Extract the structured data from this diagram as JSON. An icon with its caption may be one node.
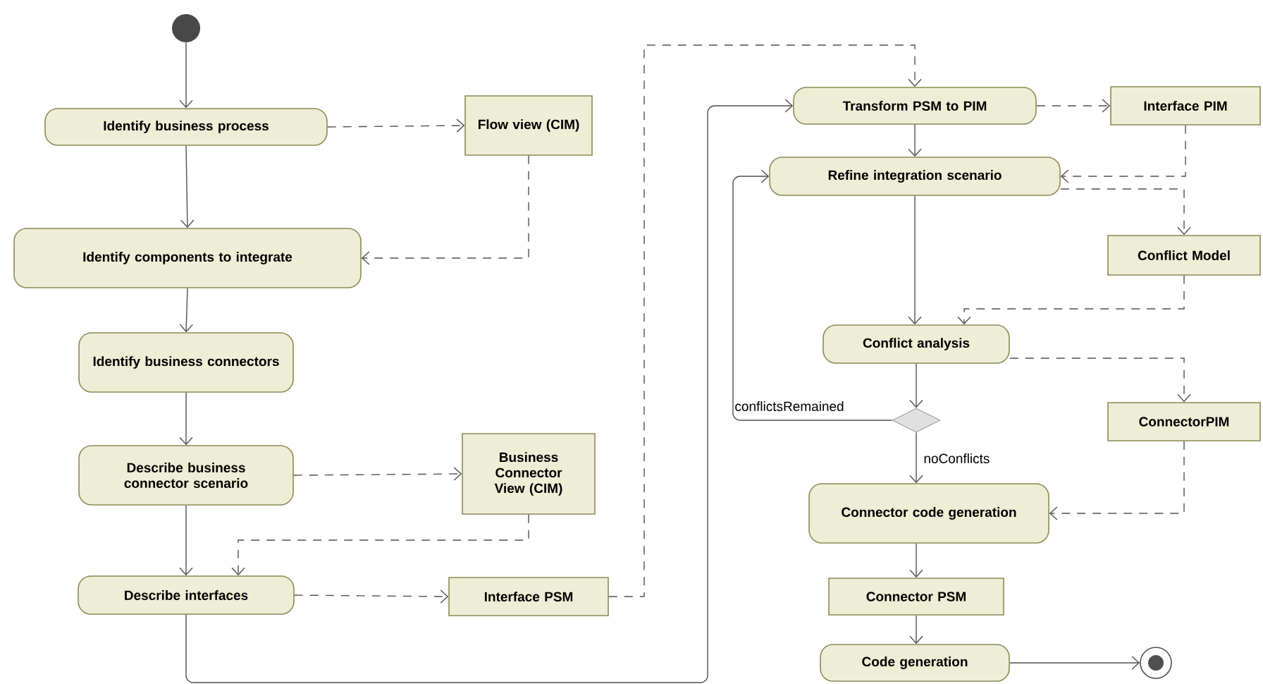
{
  "diagram": {
    "nodes": [
      {
        "text": [],
        "shape": "circle"
      },
      {
        "text": [
          "Identify business process"
        ]
      },
      {
        "text": [
          "Flow view (CIM)"
        ]
      },
      {
        "text": [
          "Identify components to integrate"
        ]
      },
      {
        "text": [
          "Identify business connectors"
        ]
      },
      {
        "text": [
          "Describe business connector scenario"
        ]
      },
      {
        "text": [
          "Business Connector View (CIM)"
        ]
      },
      {
        "text": [
          "Describe interfaces"
        ]
      },
      {
        "text": [
          "Interface PSM"
        ]
      },
      {
        "text": [
          "Transform PSM to PIM"
        ]
      },
      {
        "text": [
          "Interface PIM"
        ]
      },
      {
        "text": [
          "Refine integration scenario"
        ]
      },
      {
        "text": [
          "Conflict Model"
        ]
      },
      {
        "text": [
          "Conflict analysis"
        ]
      },
      {
        "text": [],
        "shape": "diamond"
      },
      {
        "text": [
          "ConnectorPIM"
        ]
      },
      {
        "text": [
          "Connector code generation"
        ]
      },
      {
        "text": [
          "Connector PSM"
        ]
      },
      {
        "text": [
          "Code generation"
        ]
      },
      {
        "text": [],
        "shape": "circle"
      }
    ],
    "edges": [
      {
        "from": 0,
        "to": 1,
        "arrow": "to"
      },
      {
        "from": 1,
        "to": 2,
        "arrow": "to",
        "style": "dashed"
      },
      {
        "from": 1,
        "to": 3,
        "arrow": "to"
      },
      {
        "from": 2,
        "to": 3,
        "arrow": "to",
        "style": "dashed"
      },
      {
        "from": 3,
        "to": 4,
        "arrow": "to"
      },
      {
        "from": 4,
        "to": 5,
        "arrow": "to"
      },
      {
        "from": 5,
        "to": 6,
        "arrow": "to",
        "style": "dashed"
      },
      {
        "from": 6,
        "to": 7,
        "arrow": "to",
        "style": "dashed"
      },
      {
        "from": 5,
        "to": 7,
        "arrow": "to"
      },
      {
        "from": 7,
        "to": 8,
        "arrow": "to",
        "style": "dashed"
      },
      {
        "from": 8,
        "to": 9,
        "arrow": "to",
        "style": "dashed"
      },
      {
        "from": 7,
        "to": 9,
        "arrow": "to"
      },
      {
        "from": 9,
        "to": 10,
        "arrow": "to",
        "style": "dashed"
      },
      {
        "from": 9,
        "to": 11,
        "arrow": "to"
      },
      {
        "from": 10,
        "to": 11,
        "arrow": "to",
        "style": "dashed"
      },
      {
        "from": 11,
        "to": 12,
        "arrow": "to",
        "style": "dashed"
      },
      {
        "from": 11,
        "to": 13,
        "arrow": "to"
      },
      {
        "from": 12,
        "to": 13,
        "arrow": "to",
        "style": "dashed"
      },
      {
        "from": 13,
        "to": 14,
        "arrow": "to"
      },
      {
        "from": 13,
        "to": 15,
        "arrow": "to",
        "style": "dashed"
      },
      {
        "from": 14,
        "to": 11,
        "arrow": "to",
        "label": "conflictsRemained"
      },
      {
        "from": 14,
        "to": 16,
        "arrow": "to",
        "label": "noConflicts"
      },
      {
        "from": 15,
        "to": 16,
        "arrow": "to",
        "style": "dashed"
      },
      {
        "from": 16,
        "to": 17,
        "arrow": "to"
      },
      {
        "from": 17,
        "to": 18,
        "arrow": "to"
      },
      {
        "from": 18,
        "to": 19,
        "arrow": "to"
      }
    ]
  }
}
